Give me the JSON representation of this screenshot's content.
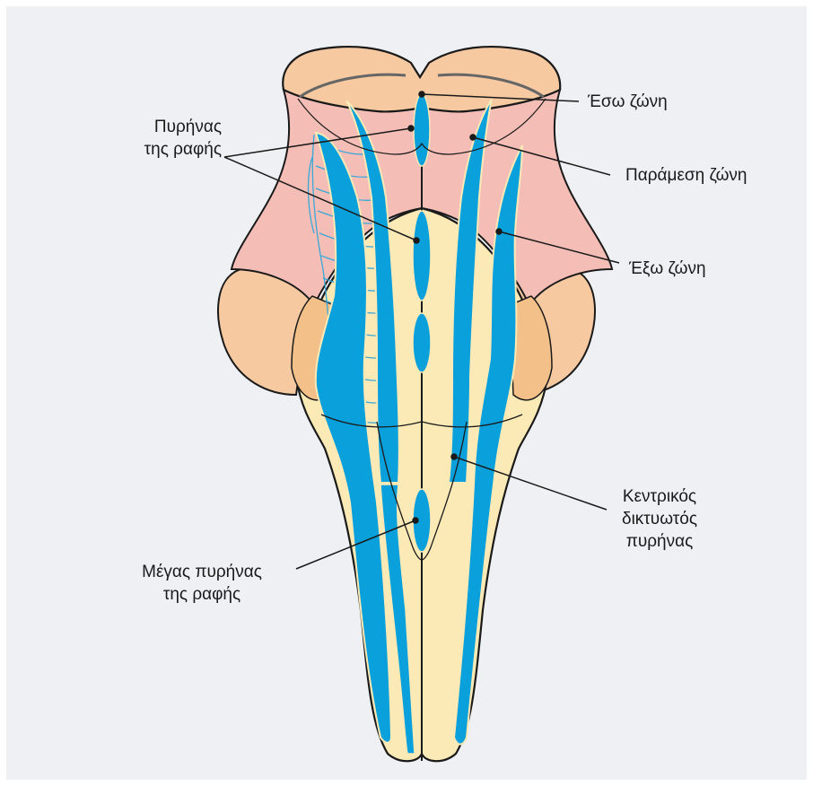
{
  "labels": {
    "inner_zone": "Έσω ζώνη",
    "paramedian_zone": "Παράμεση ζώνη",
    "outer_zone": "Έξω ζώνη",
    "raphe_nuclei": [
      "Πυρήνας",
      "της ραφής"
    ],
    "central_reticular_nucleus": [
      "Κεντρικός",
      "δικτυωτός",
      "πυρήνας"
    ],
    "great_raphe_nucleus": [
      "Μέγας πυρήνας",
      "της ραφής"
    ]
  },
  "colors": {
    "background": "#eef0f3",
    "midbrain": "#f6c9a1",
    "pons_zone": "#f4bdb6",
    "medulla": "#fbe9b6",
    "nucleus_blue": "#0aa0dc",
    "olive": "#f4c089",
    "outline": "#1a1a1a"
  }
}
